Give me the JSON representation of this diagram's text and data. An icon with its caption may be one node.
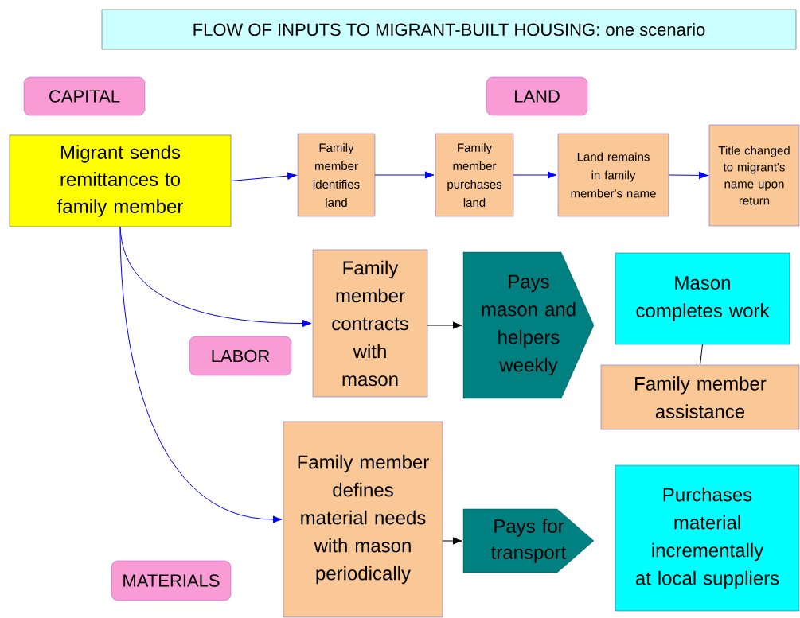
{
  "diagram": {
    "title": "FLOW OF INPUTS TO MIGRANT-BUILT HOUSING: one scenario",
    "nodes": [
      {
        "text": [
          "CAPITAL"
        ]
      },
      {
        "text": [
          "LAND"
        ]
      },
      {
        "text": [
          "Migrant sends remittances to family member"
        ]
      },
      {
        "text": [
          "Family member identifies land"
        ]
      },
      {
        "text": [
          "Family member purchases land"
        ]
      },
      {
        "text": [
          "Land remains in family member's name"
        ]
      },
      {
        "text": [
          "Title changed to migrant's name upon return"
        ]
      },
      {
        "text": [
          "Family member contracts with mason"
        ]
      },
      {
        "text": [
          "Pays mason and helpers weekly"
        ]
      },
      {
        "text": [
          "Mason completes work"
        ]
      },
      {
        "text": [
          "Family member assistance"
        ]
      },
      {
        "text": [
          "LABOR"
        ]
      },
      {
        "text": [
          "Family member defines material needs with mason periodically"
        ]
      },
      {
        "text": [
          "Pays for transport"
        ]
      },
      {
        "text": [
          "Purchases material incrementally at local suppliers"
        ]
      },
      {
        "text": [
          "MATERIALS"
        ]
      }
    ],
    "edges": [
      {
        "from": 2,
        "to": 3,
        "arrow": "to"
      },
      {
        "from": 3,
        "to": 4,
        "arrow": "to"
      },
      {
        "from": 4,
        "to": 5,
        "arrow": "to"
      },
      {
        "from": 5,
        "to": 6,
        "arrow": "to"
      },
      {
        "from": 2,
        "to": 7,
        "arrow": "to"
      },
      {
        "from": 7,
        "to": 8,
        "arrow": "to",
        "color": "#000000"
      },
      {
        "from": 9,
        "to": 10,
        "arrow": "none",
        "color": "#000000"
      },
      {
        "from": 2,
        "to": 12,
        "arrow": "to"
      },
      {
        "from": 12,
        "to": 13,
        "arrow": "to",
        "color": "#000000"
      }
    ]
  }
}
